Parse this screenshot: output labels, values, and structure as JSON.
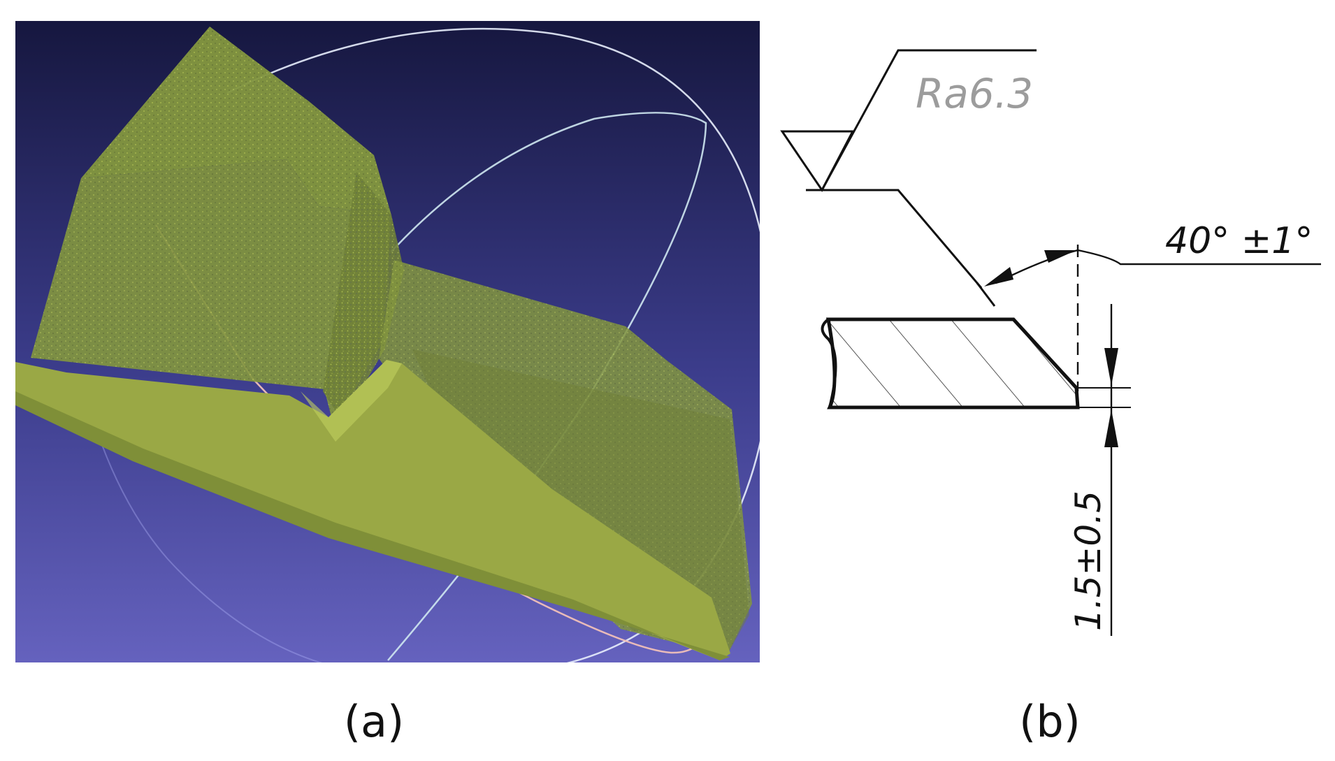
{
  "panels": {
    "a": {
      "caption": "(a)",
      "colors": {
        "background_top": "#16173f",
        "background_bottom": "#6562be",
        "point_cloud": "#8a9f3f",
        "point_cloud_light": "#b7c84d",
        "arc_white": "#e8eefc",
        "arc_cyan": "#cfe8f1",
        "arc_pink": "#f0c0b8"
      }
    },
    "b": {
      "caption": "(b)",
      "roughness_label": "Ra6.3",
      "angle_label": "40° ±1°",
      "land_dimension_label": "1.5±0.5",
      "colors": {
        "line": "#111111",
        "roughness_text": "#9c9c9c",
        "hatch": "#555555"
      }
    }
  }
}
